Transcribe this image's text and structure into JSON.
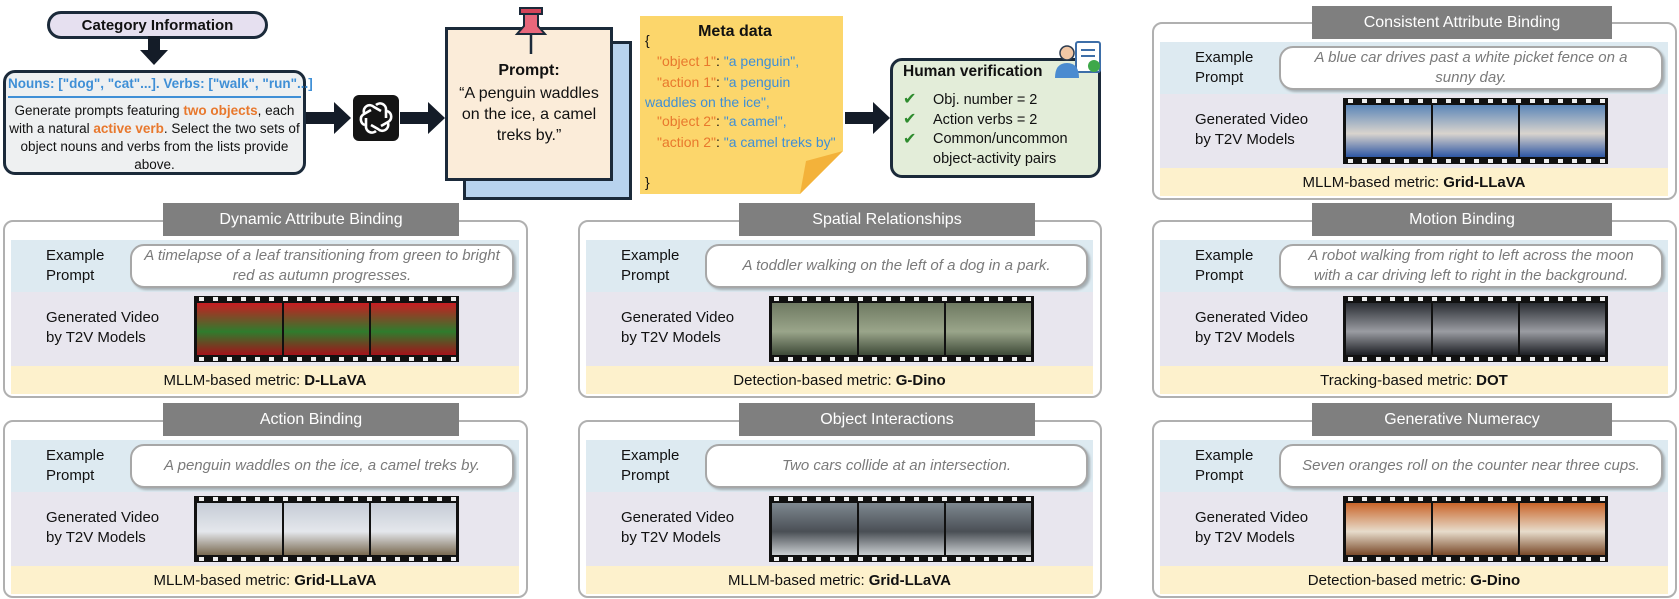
{
  "pipeline": {
    "category_title": "Category Information",
    "nouns_verbs": "Nouns: [\"dog\", \"cat\"...]. Verbs: [\"walk\", \"run\"...]",
    "gen_text_1": "Generate prompts featuring ",
    "gen_two_objects": "two objects",
    "gen_text_2": ", each with a natural ",
    "gen_active_verb": "active verb",
    "gen_text_3": ". Select the two sets of object nouns and verbs from the lists provide above.",
    "prompt_title": "Prompt:",
    "prompt_text": "“A penguin waddles on the ice, a camel treks by.”",
    "meta_title": "Meta data",
    "meta_open": "{",
    "meta_close": "}",
    "meta_entries": [
      {
        "key": "\"object 1\"",
        "value": "\"a penguin\","
      },
      {
        "key": "\"action 1\"",
        "value": "\"a penguin waddles on the ice\","
      },
      {
        "key": "\"object 2\"",
        "value": "\"a camel\","
      },
      {
        "key": "\"action 2\"",
        "value": "\"a camel treks by\""
      }
    ],
    "human_title": "Human verification",
    "human_items": [
      "Obj. number = 2",
      "Action verbs = 2",
      "Common/uncommon object-activity pairs"
    ]
  },
  "labels": {
    "example": "Example",
    "prompt": "Prompt",
    "generated": "Generated Video",
    "by_models": "by T2V Models"
  },
  "panels": [
    {
      "title": "Consistent Attribute Binding",
      "prompt": "A blue car drives past a white picket fence on a sunny day.",
      "metric_prefix": "MLLM-based metric:",
      "metric_name": "Grid-LLaVA"
    },
    {
      "title": "Dynamic Attribute Binding",
      "prompt": "A timelapse of a leaf transitioning from green to bright red as autumn progresses.",
      "metric_prefix": "MLLM-based metric:",
      "metric_name": "D-LLaVA"
    },
    {
      "title": "Spatial Relationships",
      "prompt": "A toddler walking on the left of a dog in a park.",
      "metric_prefix": "Detection-based metric:",
      "metric_name": "G-Dino"
    },
    {
      "title": "Motion Binding",
      "prompt": "A robot walking from right to left across the moon with a car driving left to right in the background.",
      "metric_prefix": "Tracking-based metric:",
      "metric_name": "DOT"
    },
    {
      "title": "Action Binding",
      "prompt": "A penguin waddles on the ice, a camel treks by.",
      "metric_prefix": "MLLM-based metric:",
      "metric_name": "Grid-LLaVA"
    },
    {
      "title": "Object Interactions",
      "prompt": "Two cars collide at an intersection.",
      "metric_prefix": "MLLM-based metric:",
      "metric_name": "Grid-LLaVA"
    },
    {
      "title": "Generative Numeracy",
      "prompt": "Seven oranges roll on the counter near three cups.",
      "metric_prefix": "Detection-based metric:",
      "metric_name": "G-Dino"
    }
  ],
  "colors": {
    "accent_blue": "#3f8fd6",
    "accent_orange": "#e8782d",
    "title_gray": "#7f7f7f",
    "prompt_row": "#ddeaf1",
    "video_row": "#e8e6ee",
    "metric_row": "#fdf1cc"
  }
}
